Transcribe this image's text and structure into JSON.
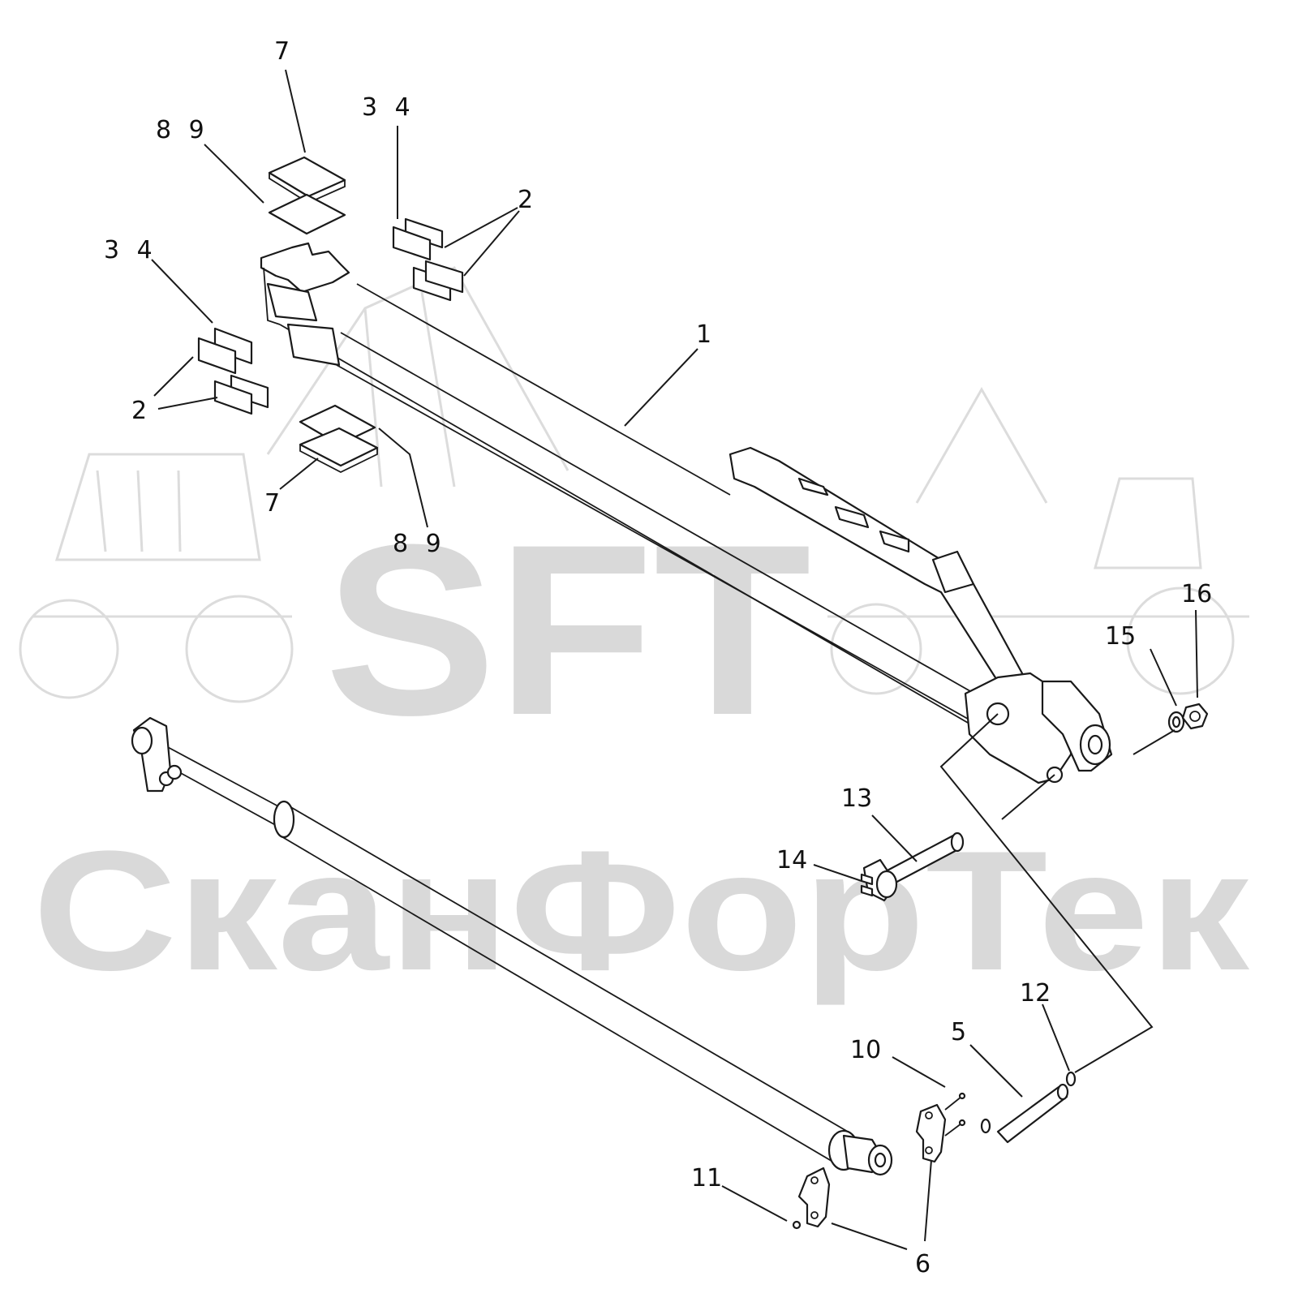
{
  "watermark": {
    "logo": "SFT",
    "brand": "СканФорТек"
  },
  "callouts": [
    {
      "id": "c7-top",
      "text": "7"
    },
    {
      "id": "c89-top",
      "text": "8 9"
    },
    {
      "id": "c34-top",
      "text": "3 4"
    },
    {
      "id": "c2-top",
      "text": "2"
    },
    {
      "id": "c34-left",
      "text": "3 4"
    },
    {
      "id": "c2-left",
      "text": "2"
    },
    {
      "id": "c1",
      "text": "1"
    },
    {
      "id": "c7-mid",
      "text": "7"
    },
    {
      "id": "c89-mid",
      "text": "8 9"
    },
    {
      "id": "c16",
      "text": "16"
    },
    {
      "id": "c15",
      "text": "15"
    },
    {
      "id": "c13",
      "text": "13"
    },
    {
      "id": "c14",
      "text": "14"
    },
    {
      "id": "c12",
      "text": "12"
    },
    {
      "id": "c5",
      "text": "5"
    },
    {
      "id": "c10",
      "text": "10"
    },
    {
      "id": "c11",
      "text": "11"
    },
    {
      "id": "c6",
      "text": "6"
    }
  ]
}
